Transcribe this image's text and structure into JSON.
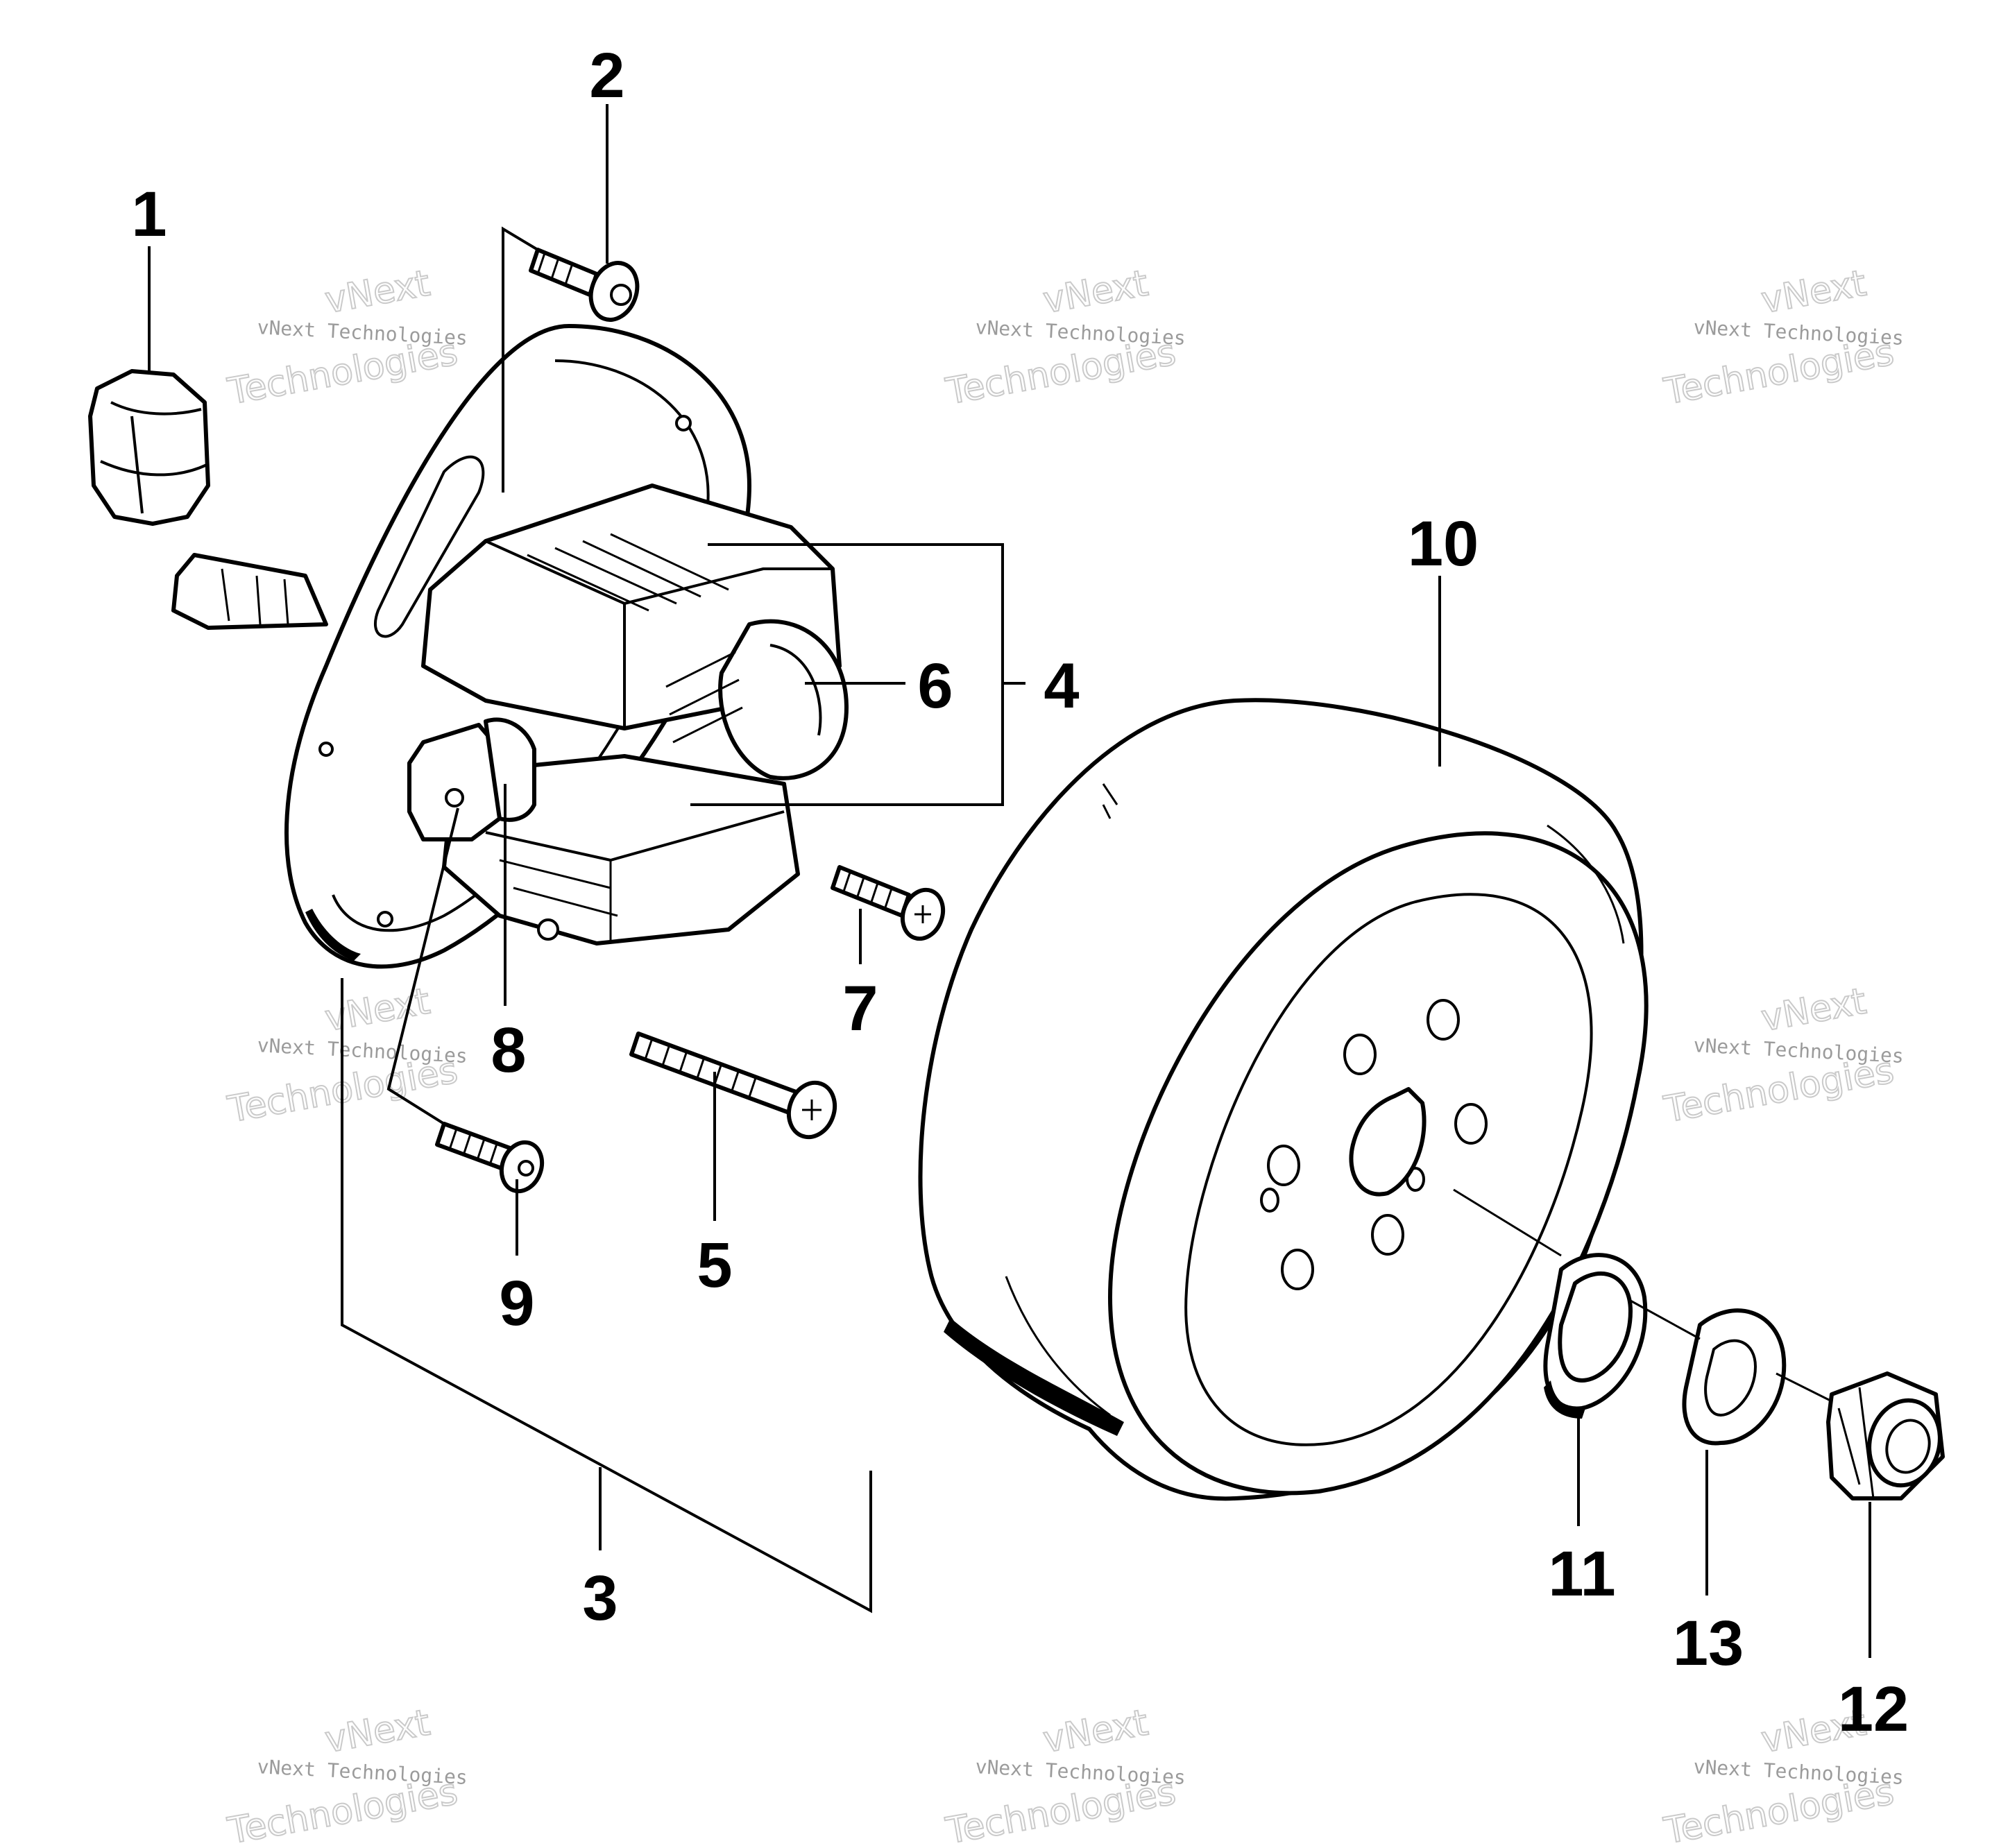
{
  "diagram": {
    "callouts": [
      {
        "id": "1",
        "label": "1"
      },
      {
        "id": "2",
        "label": "2"
      },
      {
        "id": "3",
        "label": "3"
      },
      {
        "id": "4",
        "label": "4"
      },
      {
        "id": "5",
        "label": "5"
      },
      {
        "id": "6",
        "label": "6"
      },
      {
        "id": "7",
        "label": "7"
      },
      {
        "id": "8",
        "label": "8"
      },
      {
        "id": "9",
        "label": "9"
      },
      {
        "id": "10",
        "label": "10"
      },
      {
        "id": "11",
        "label": "11"
      },
      {
        "id": "12",
        "label": "12"
      },
      {
        "id": "13",
        "label": "13"
      }
    ],
    "watermark": {
      "line_small": "vNext Technologies",
      "line_big_1": "vNext",
      "line_big_2": "Technologies"
    },
    "colors": {
      "ink": "#000000",
      "paper": "#ffffff",
      "watermark": "#8a8a8a"
    }
  }
}
